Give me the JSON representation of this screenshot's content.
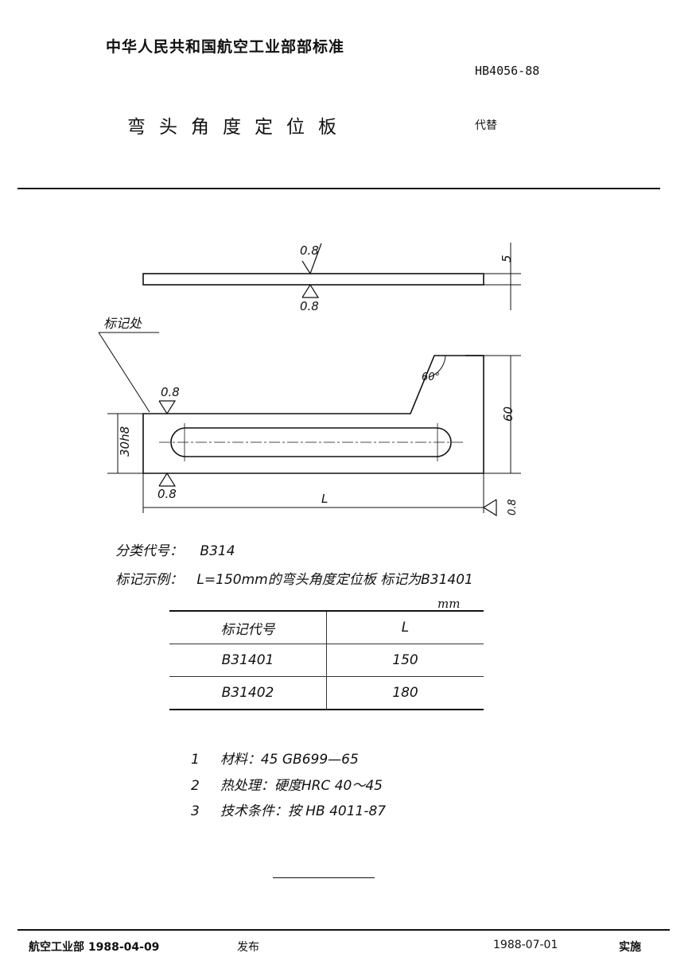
{
  "header": {
    "org": "中华人民共和国航空工业部部标准",
    "code": "HB4056-88",
    "title": "弯头角度定位板",
    "replaces": "代替"
  },
  "drawing": {
    "roughness": "0.8",
    "thickness": "5",
    "mark_location": "标记处",
    "angle": "60°",
    "height": "60",
    "width_fit": "30h8",
    "length": "L"
  },
  "classification": {
    "label": "分类代号：",
    "value": "B314"
  },
  "example": {
    "label": "标记示例：",
    "value": "L=150mm的弯头角度定位板 标记为B31401"
  },
  "table": {
    "unit": "mm",
    "headers": [
      "标记代号",
      "L"
    ],
    "rows": [
      [
        "B31401",
        "150"
      ],
      [
        "B31402",
        "180"
      ]
    ]
  },
  "notes": [
    {
      "num": "1",
      "text": "材料：45  GB699—65"
    },
    {
      "num": "2",
      "text": "热处理：硬度HRC 40～45"
    },
    {
      "num": "3",
      "text": "技术条件：按 HB 4011-87"
    }
  ],
  "footer": {
    "issuer": "航空工业部 1988-04-09",
    "issued": "发布",
    "effective_date": "1988-07-01",
    "effective": "实施"
  }
}
